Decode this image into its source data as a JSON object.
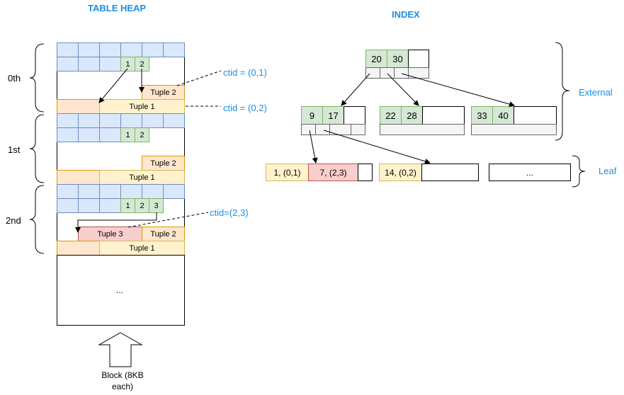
{
  "titles": {
    "heap": "TABLE HEAP",
    "index": "INDEX"
  },
  "blocks": [
    {
      "label": "0th",
      "slots": [
        "1",
        "2"
      ],
      "tuples_row1": [
        "Tuple 2"
      ],
      "tuple1": "Tuple 1"
    },
    {
      "label": "1st",
      "slots": [
        "1",
        "2"
      ],
      "tuples_row1": [
        "Tuple 2"
      ],
      "tuple1": "Tuple 1"
    },
    {
      "label": "2nd",
      "slots": [
        "1",
        "2",
        "3"
      ],
      "tuples_row1": [
        "Tuple 3",
        "Tuple 2"
      ],
      "tuple1": "Tuple 1"
    }
  ],
  "empty_block_text": "...",
  "block_note": "Block (8KB each)",
  "ctids": [
    "ctid = (0,1)",
    "ctid = (0,2)",
    "ctid=(2,3)"
  ],
  "index": {
    "external_label": "External",
    "leaf_label": "Leaf",
    "root": {
      "keys": [
        "20",
        "30"
      ]
    },
    "internal": [
      {
        "keys": [
          "9",
          "17"
        ]
      },
      {
        "keys": [
          "22",
          "28"
        ]
      },
      {
        "keys": [
          "33",
          "40"
        ]
      }
    ],
    "leaves": [
      {
        "entries": [
          "1, (0,1)",
          "7, (2,3)"
        ]
      },
      {
        "entries": [
          "14, (0,2)"
        ]
      },
      {
        "entries": [
          "..."
        ]
      }
    ]
  }
}
